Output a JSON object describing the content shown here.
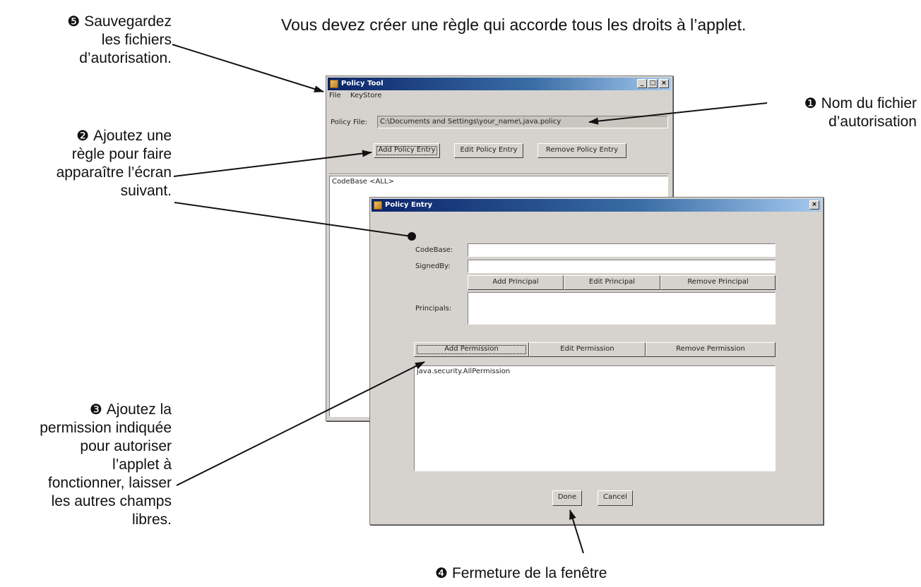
{
  "heading": "Vous devez créer une règle qui accorde tous les droits à l’applet.",
  "annotations": {
    "a1": {
      "num": "❶",
      "lines": [
        "Nom du fichier",
        "d’autorisation"
      ]
    },
    "a2": {
      "num": "❷",
      "lines": [
        "Ajoutez une",
        "règle pour faire",
        "apparaître l’écran",
        "suivant."
      ]
    },
    "a3": {
      "num": "❸",
      "lines": [
        "Ajoutez la",
        "permission indiquée",
        "pour autoriser",
        "l’applet à",
        "fonctionner, laisser",
        "les autres champs",
        "libres."
      ]
    },
    "a4": {
      "num": "❹",
      "lines": [
        "Fermeture de la fenêtre"
      ]
    },
    "a5": {
      "num": "❺",
      "lines": [
        "Sauvegardez",
        "les fichiers",
        "d’autorisation."
      ]
    }
  },
  "policy_tool": {
    "title": "Policy Tool",
    "title_buttons": {
      "minimize": "_",
      "maximize": "□",
      "close": "×"
    },
    "menu": {
      "file": "File",
      "keystore": "KeyStore"
    },
    "policy_file_label": "Policy File:",
    "policy_file_value": "C:\\Documents and Settings\\your_name\\.java.policy",
    "buttons": {
      "add": "Add Policy Entry",
      "edit": "Edit Policy Entry",
      "remove": "Remove Policy Entry"
    },
    "entries": [
      "CodeBase <ALL>"
    ]
  },
  "policy_entry": {
    "title": "Policy Entry",
    "close": "×",
    "codebase_label": "CodeBase:",
    "codebase_value": "",
    "signedby_label": "SignedBy:",
    "signedby_value": "",
    "principal_buttons": {
      "add": "Add Principal",
      "edit": "Edit Principal",
      "remove": "Remove Principal"
    },
    "principals_label": "Principals:",
    "permission_buttons": {
      "add": "Add Permission",
      "edit": "Edit Permission",
      "remove": "Remove Permission"
    },
    "permissions": [
      "java.security.AllPermission"
    ],
    "done": "Done",
    "cancel": "Cancel"
  }
}
